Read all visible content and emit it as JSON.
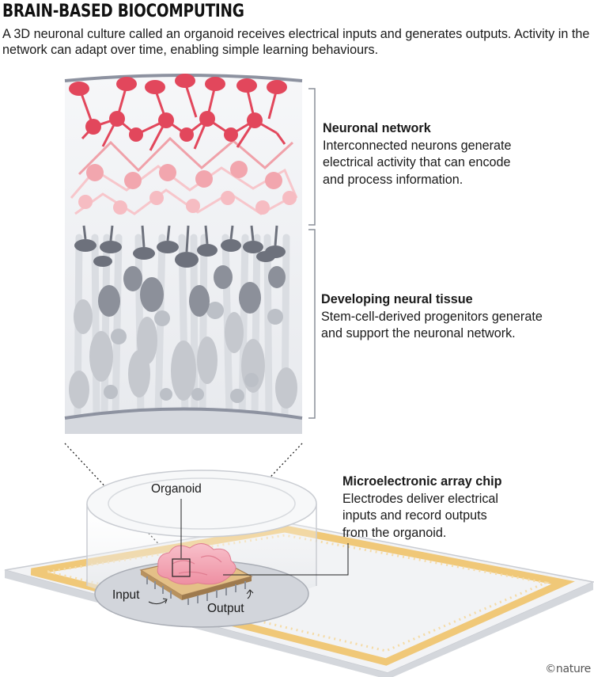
{
  "figure": {
    "title": "BRAIN-BASED BIOCOMPUTING",
    "subtitle": "A 3D neuronal culture called an organoid receives electrical inputs and generates outputs. Activity in the network can adapt over time, enabling simple learning behaviours."
  },
  "annotations": {
    "network": {
      "heading": "Neuronal network",
      "text": "Interconnected neurons generate\nelectrical activity that can encode\nand process information."
    },
    "tissue": {
      "heading": "Developing neural tissue",
      "text": "Stem-cell-derived progenitors generate\nand support the neuronal network."
    },
    "chip": {
      "heading": "Microelectronic array chip",
      "text": "Electrodes deliver electrical\ninputs and record outputs\nfrom the organoid."
    }
  },
  "labels": {
    "organoid": "Organoid",
    "input": "Input",
    "output": "Output"
  },
  "credit": "©nature",
  "colors": {
    "neuron_red": "#e2475c",
    "neuron_pink": "#f2a6ae",
    "progenitor_dark": "#6d717c",
    "progenitor_light": "#c9ccd2",
    "tissue_bg": "#eef0f3",
    "chip_gold": "#f0c878",
    "organoid_pink": "#f5a7b6"
  }
}
